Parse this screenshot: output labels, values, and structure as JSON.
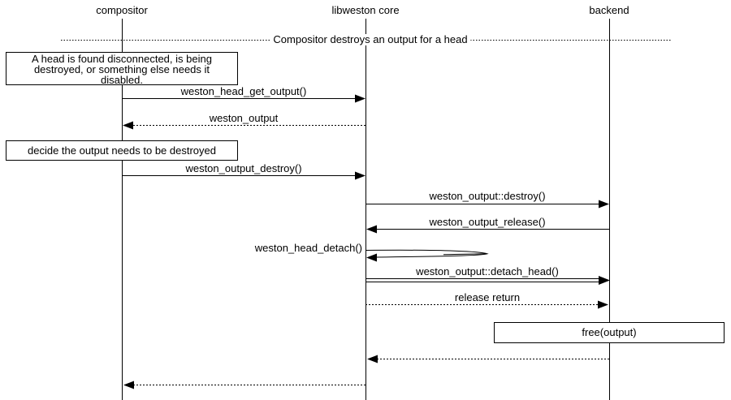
{
  "actors": [
    {
      "label": "compositor"
    },
    {
      "label": "libweston core"
    },
    {
      "label": "backend"
    }
  ],
  "divider": {
    "label": "Compositor destroys an output for a head"
  },
  "notes": [
    {
      "text": "A head is found disconnected, is being destroyed, or something else needs it disabled."
    },
    {
      "text": "decide the output needs to be destroyed"
    }
  ],
  "messages": [
    {
      "label": "weston_head_get_output()",
      "from": "compositor",
      "to": "libweston core",
      "line": "solid"
    },
    {
      "label": "weston_output",
      "from": "libweston core",
      "to": "compositor",
      "line": "dotted"
    },
    {
      "label": "weston_output_destroy()",
      "from": "compositor",
      "to": "libweston core",
      "line": "solid"
    },
    {
      "label": "weston_output::destroy()",
      "from": "libweston core",
      "to": "backend",
      "line": "solid"
    },
    {
      "label": "weston_output_release()",
      "from": "backend",
      "to": "libweston core",
      "line": "solid"
    },
    {
      "label": "weston_head_detach()",
      "from": "libweston core",
      "to": "libweston core",
      "line": "self"
    },
    {
      "label": "weston_output::detach_head()",
      "from": "libweston core",
      "to": "backend",
      "line": "double"
    },
    {
      "label": "release return",
      "from": "libweston core",
      "to": "backend",
      "line": "dotted"
    },
    {
      "label": "",
      "from": "backend",
      "to": "libweston core",
      "line": "dotted"
    },
    {
      "label": "",
      "from": "libweston core",
      "to": "compositor",
      "line": "dotted"
    }
  ],
  "boxes": [
    {
      "text": "free(output)",
      "actor": "backend"
    }
  ],
  "colors": {
    "line": "#000000",
    "background": "#ffffff",
    "text": "#000000"
  }
}
